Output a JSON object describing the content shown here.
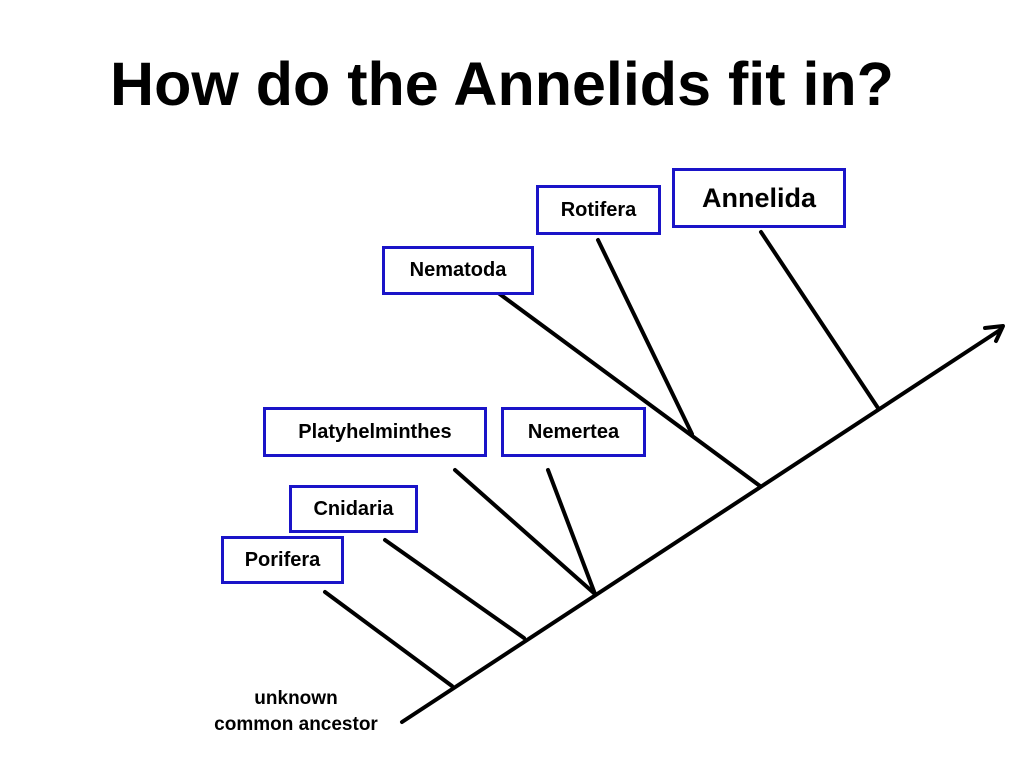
{
  "title": "How do the Annelids fit in?",
  "colors": {
    "box_border": "#1a14c8",
    "line": "#000000",
    "background": "#ffffff"
  },
  "taxa": {
    "porifera": "Porifera",
    "cnidaria": "Cnidaria",
    "platyhelminthes": "Platyhelminthes",
    "nemertea": "Nemertea",
    "nematoda": "Nematoda",
    "rotifera": "Rotifera",
    "annelida": "Annelida"
  },
  "root": {
    "line1": "unknown",
    "line2": "common ancestor"
  }
}
